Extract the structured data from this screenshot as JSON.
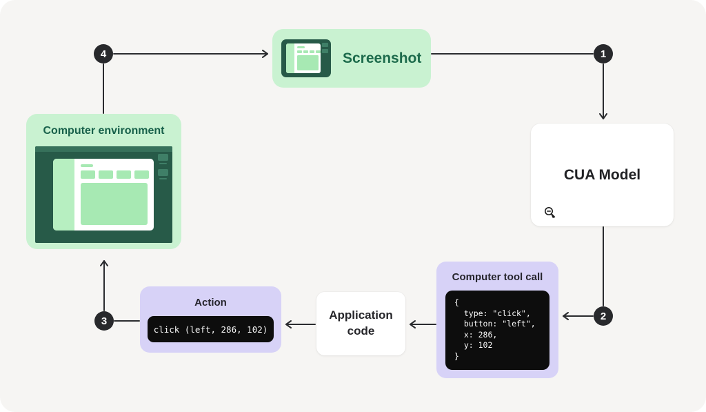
{
  "canvas": {
    "background": "#f6f5f3"
  },
  "colors": {
    "green_light": "#c9f2d1",
    "green_mid": "#a7e9b3",
    "green_sidebar": "#b7efc1",
    "green_dark": "#275a48",
    "green_text_screenshot": "#1d6b4c",
    "green_text_environment": "#17604a",
    "purple_light": "#d7d2f7",
    "code_background": "#0d0d0d",
    "code_text": "#fafafa",
    "step_circle": "#28292c",
    "arrow": "#2a2b2e",
    "card_white": "#ffffff"
  },
  "nodes": {
    "screenshot": {
      "label": "Screenshot",
      "icon": "mini-browser-window-icon"
    },
    "computer_environment": {
      "label": "Computer environment",
      "icon": "desktop-window-illustration"
    },
    "cua_model": {
      "label": "CUA Model",
      "icon": "zoom-out-cursor-icon"
    },
    "computer_tool_call": {
      "title": "Computer tool call",
      "code_lines": [
        "{",
        "  type: \"click\",",
        "  button: \"left\",",
        "  x: 286,",
        "  y: 102",
        "}"
      ]
    },
    "application_code": {
      "label": "Application code"
    },
    "action": {
      "title": "Action",
      "code": "click (left, 286, 102)"
    }
  },
  "steps": [
    {
      "n": "1"
    },
    {
      "n": "2"
    },
    {
      "n": "3"
    },
    {
      "n": "4"
    }
  ]
}
